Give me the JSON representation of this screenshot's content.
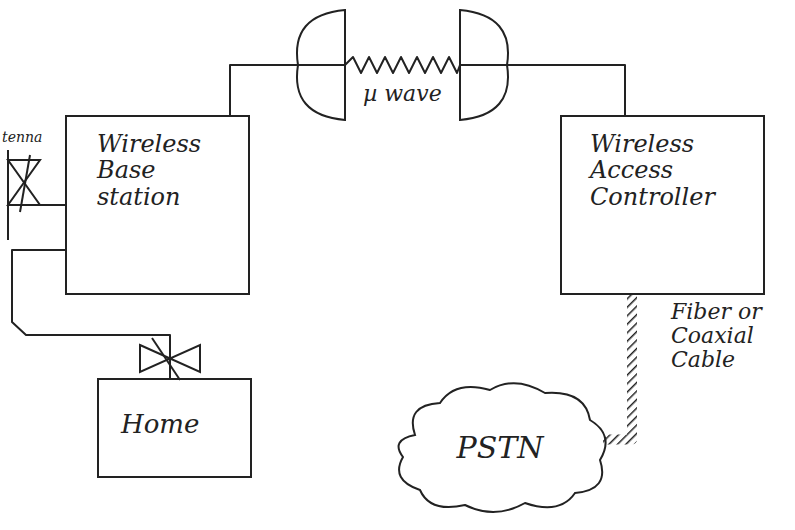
{
  "diagram": {
    "nodes": [
      {
        "text": [
          "Wireless Base station"
        ]
      },
      {
        "text": [
          "Wireless Access Controller"
        ]
      },
      {
        "text": [
          "Home"
        ]
      },
      {
        "text": [
          "PSTN"
        ]
      }
    ],
    "edges": [
      {
        "from": 0,
        "to": 1,
        "arrow": "none",
        "label": "µ wave"
      },
      {
        "from": 0,
        "to": 2,
        "arrow": "none"
      },
      {
        "from": 1,
        "to": 3,
        "arrow": "none",
        "label": "Fiber or Coaxial Cable"
      }
    ],
    "labels": [
      "tenna"
    ]
  }
}
